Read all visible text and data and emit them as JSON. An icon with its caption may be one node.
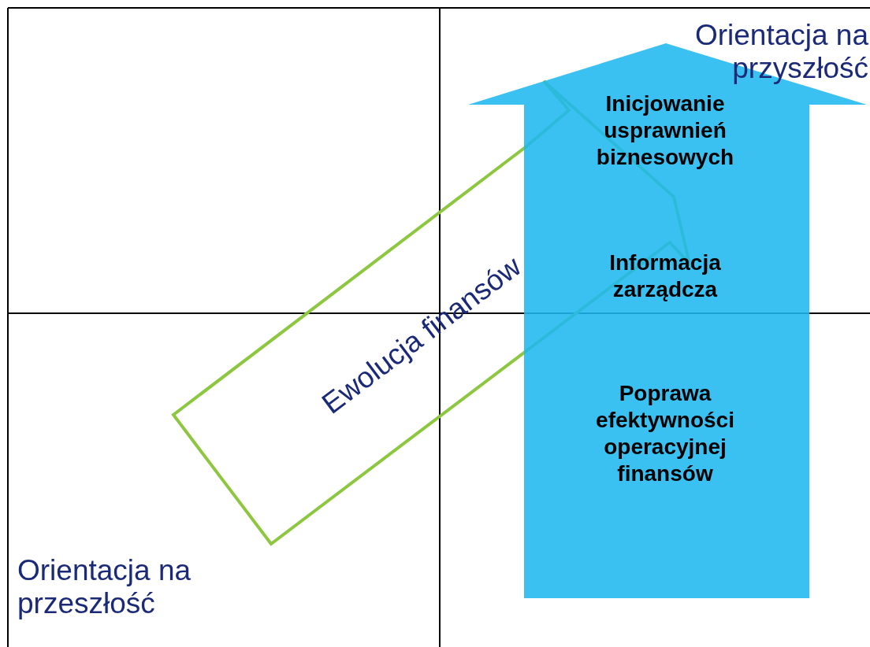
{
  "diagram": {
    "nodes": [
      {
        "text": [
          "Inicjowanie usprawnień biznesowych",
          "Informacja zarządcza",
          "Poprawa efektywności operacyjnej finansów"
        ]
      },
      {
        "text": [
          "Ewolucja finansów"
        ]
      }
    ],
    "labels": [
      "Orientacja na przyszłość",
      "Orientacja na przeszłość"
    ]
  }
}
